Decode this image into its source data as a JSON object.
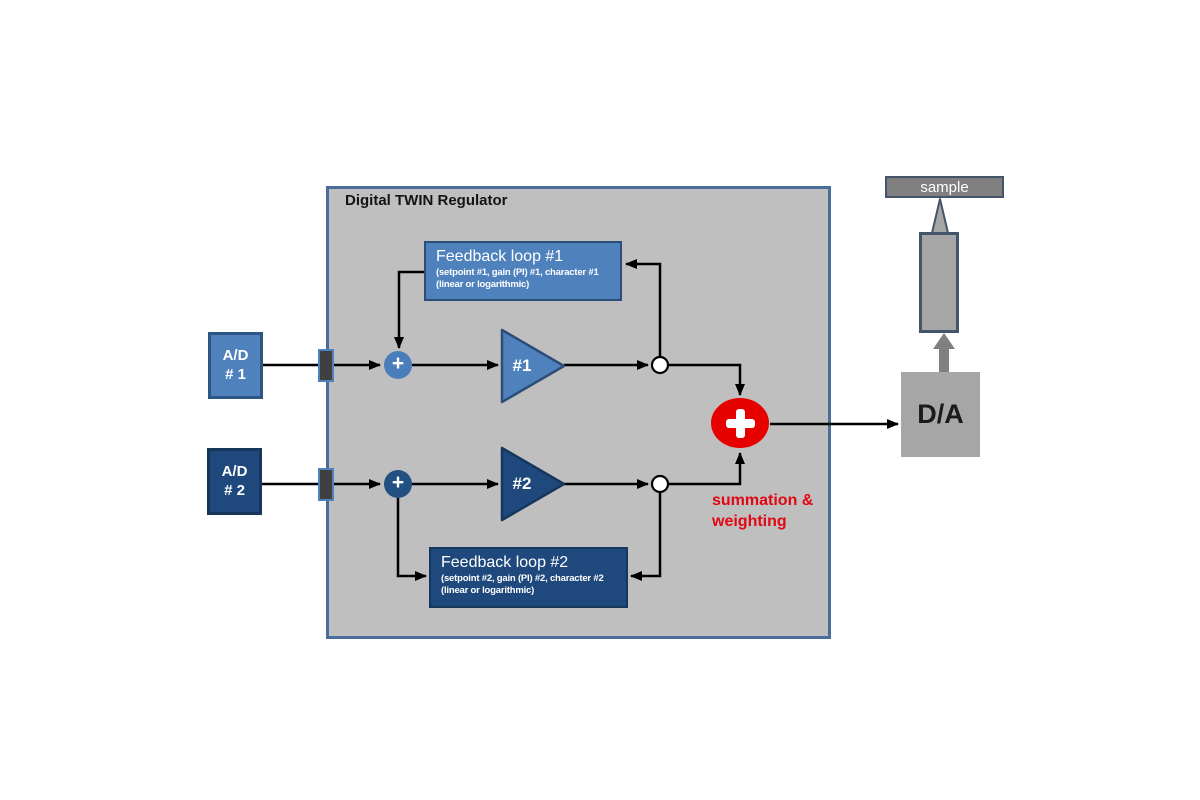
{
  "panel": {
    "title": "Digital TWIN Regulator"
  },
  "inputs": {
    "ad1": {
      "line1": "A/D",
      "line2": "# 1"
    },
    "ad2": {
      "line1": "A/D",
      "line2": "# 2"
    }
  },
  "sum_nodes": {
    "sum1_symbol": "+",
    "sum2_symbol": "+"
  },
  "amplifiers": {
    "amp1_label": "#1",
    "amp2_label": "#2"
  },
  "feedback1": {
    "title": "Feedback loop #1",
    "detail1": "(setpoint #1, gain (PI) #1, character #1",
    "detail2": "(linear or logarithmic)"
  },
  "feedback2": {
    "title": "Feedback loop #2",
    "detail1": "(setpoint #2, gain (PI) #2, character #2",
    "detail2": "(linear or logarithmic)"
  },
  "summation": {
    "symbol": "+",
    "caption_line1": "summation &",
    "caption_line2": "weighting"
  },
  "output": {
    "da_label": "D/A",
    "sample_label": "sample"
  },
  "colors": {
    "channel1_blue": "#4f81bd",
    "channel2_navy": "#1f497d",
    "panel_gray": "#bfbfbf",
    "panel_border_blue": "#4a6e99",
    "summation_red": "#e60000",
    "caption_red": "#e30613",
    "connector_dark_gray": "#404040",
    "hardware_gray": "#a6a6a6",
    "sample_gray": "#808080",
    "slate_border": "#44546a",
    "wire_black": "#000000"
  }
}
